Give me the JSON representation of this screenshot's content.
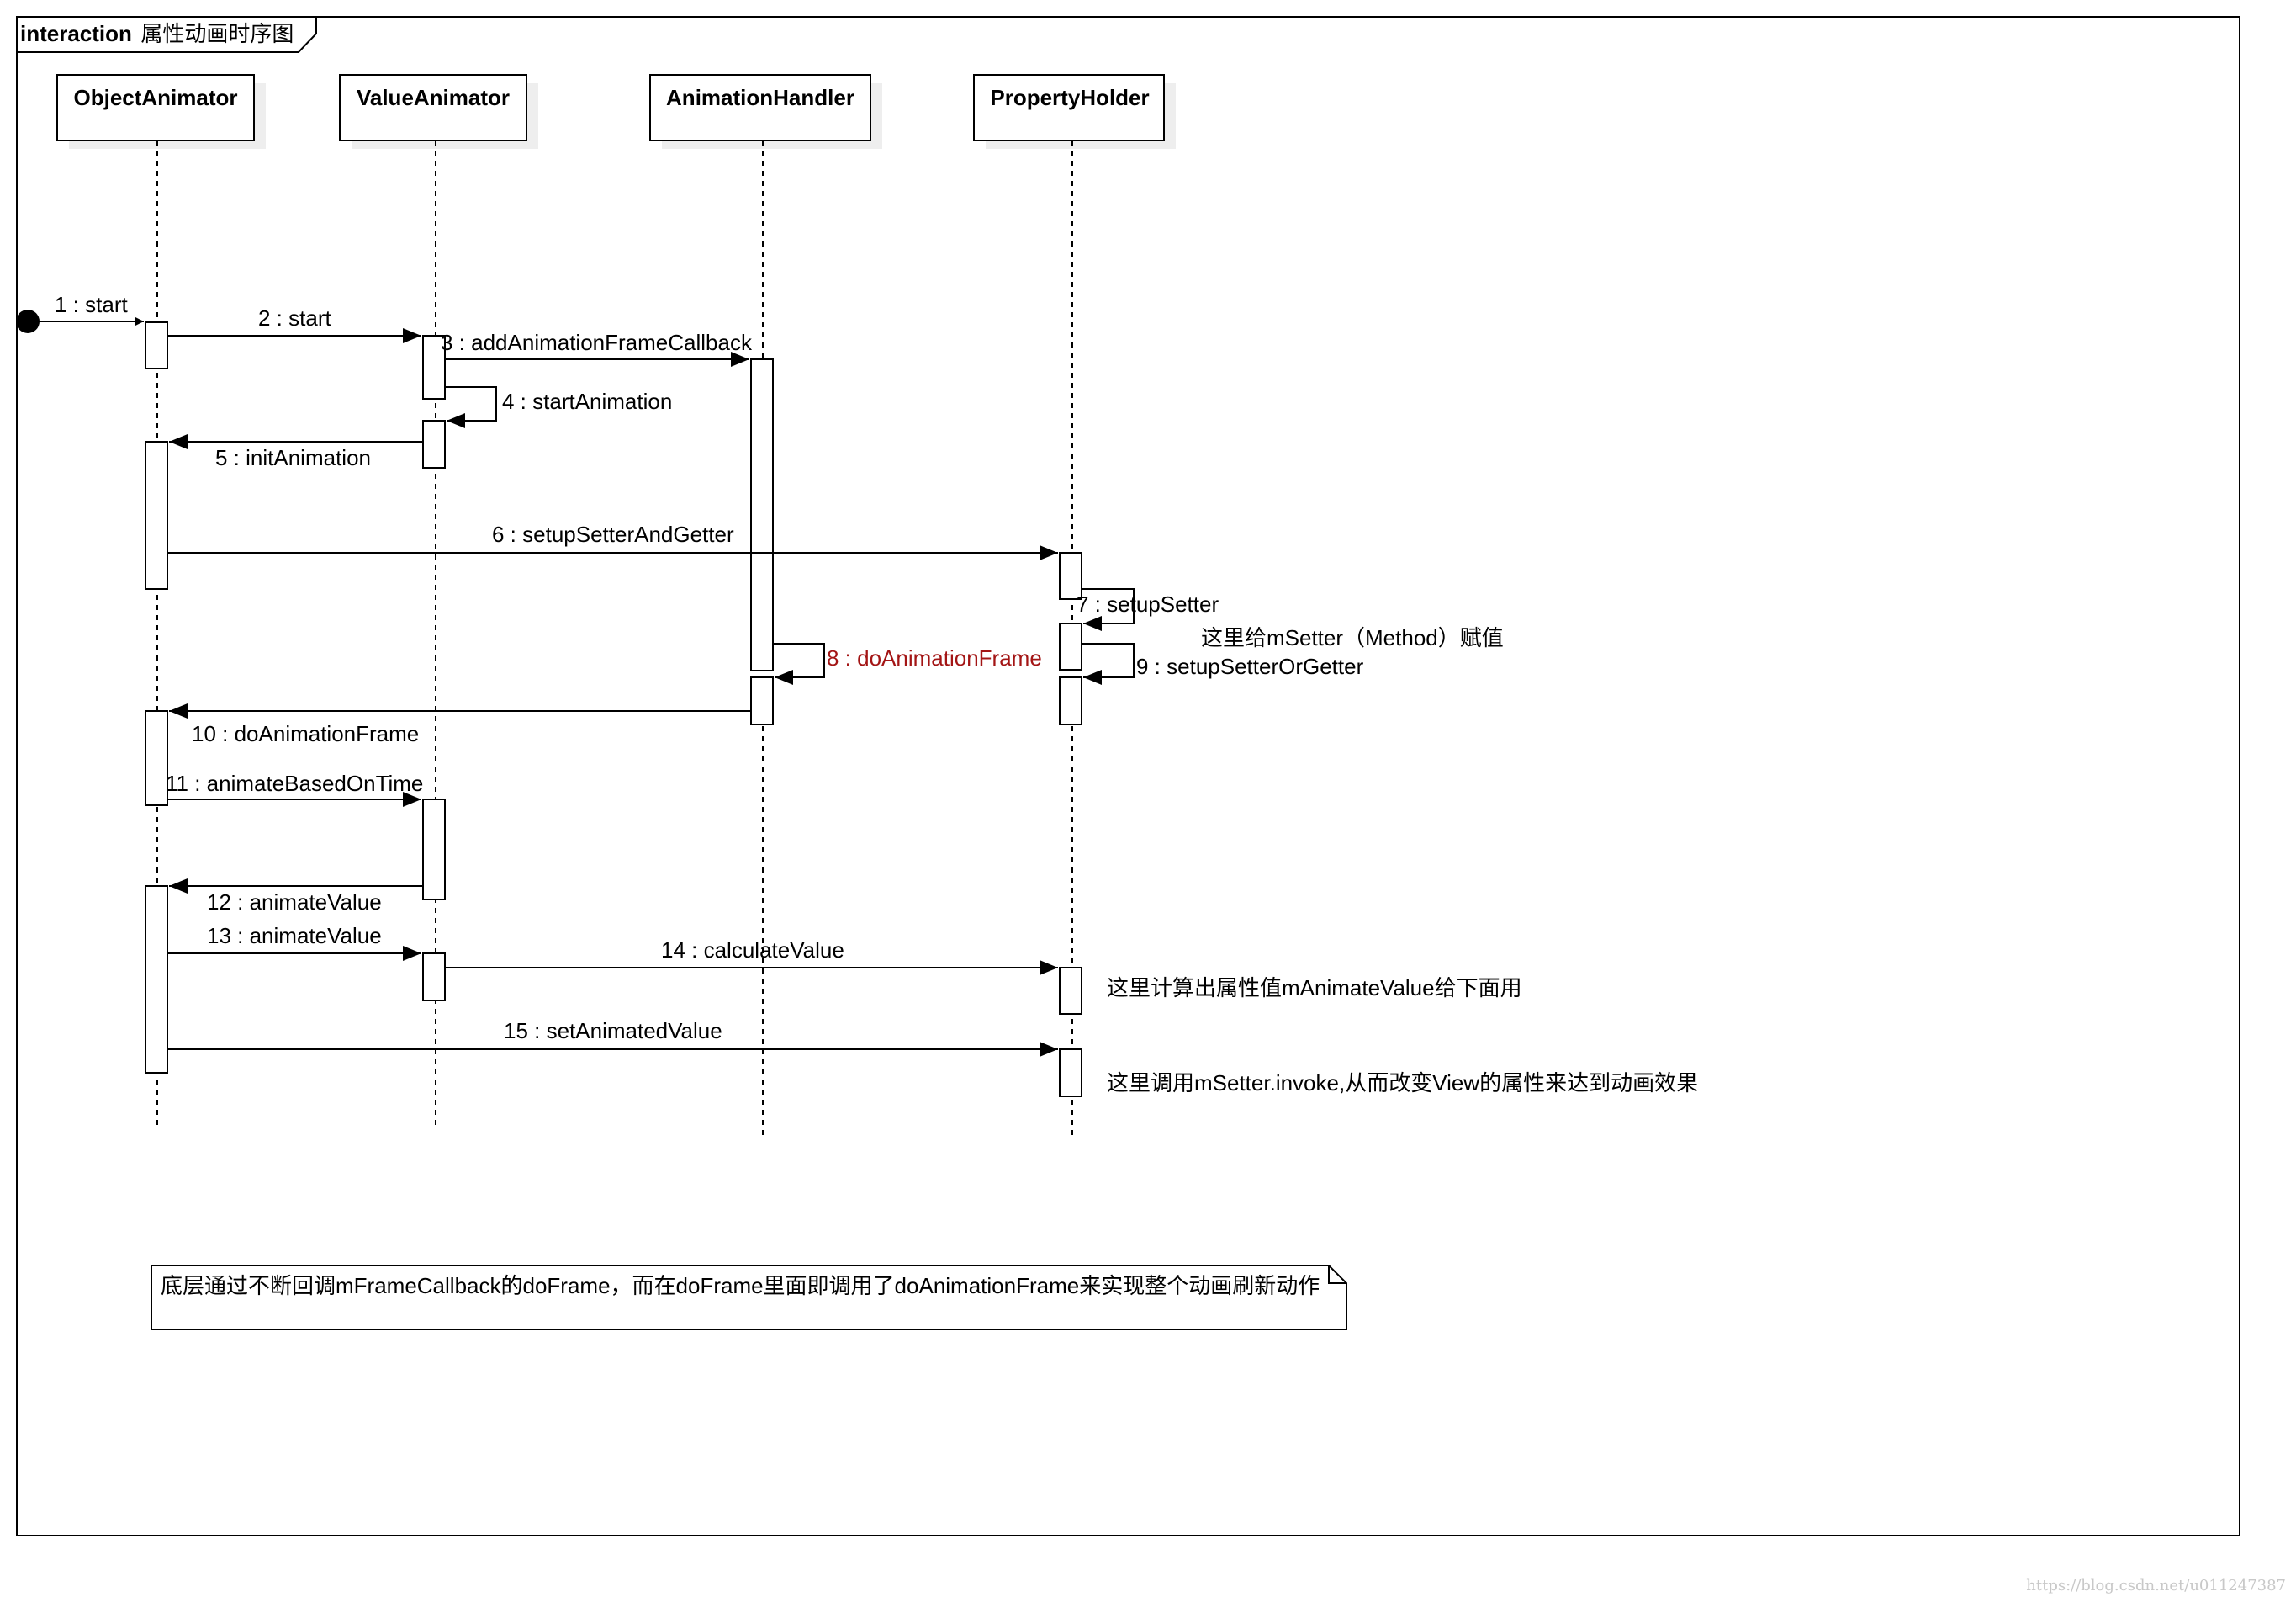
{
  "frame": {
    "keyword": "interaction",
    "name": "属性动画时序图"
  },
  "lifelines": [
    {
      "name": "ObjectAnimator"
    },
    {
      "name": "ValueAnimator"
    },
    {
      "name": "AnimationHandler"
    },
    {
      "name": "PropertyHolder"
    }
  ],
  "messages": [
    {
      "label": "1 : start"
    },
    {
      "label": "2 : start"
    },
    {
      "label": "3 : addAnimationFrameCallback"
    },
    {
      "label": "4 : startAnimation"
    },
    {
      "label": "5 : initAnimation"
    },
    {
      "label": "6 : setupSetterAndGetter"
    },
    {
      "label": "7 : setupSetter"
    },
    {
      "label": "8 : doAnimationFrame"
    },
    {
      "label": "9 : setupSetterOrGetter"
    },
    {
      "label": "10 : doAnimationFrame"
    },
    {
      "label": "11 : animateBasedOnTime"
    },
    {
      "label": "12 : animateValue"
    },
    {
      "label": "13 : animateValue"
    },
    {
      "label": "14 : calculateValue"
    },
    {
      "label": "15 : setAnimatedValue"
    }
  ],
  "annotations": [
    {
      "text": "这里给mSetter（Method）赋值"
    },
    {
      "text": "这里计算出属性值mAnimateValue给下面用"
    },
    {
      "text": "这里调用mSetter.invoke,从而改变View的属性来达到动画效果"
    }
  ],
  "note": {
    "text": "底层通过不断回调mFrameCallback的doFrame，而在doFrame里面即调用了doAnimationFrame来实现整个动画刷新动作"
  },
  "watermark": "https://blog.csdn.net/u011247387",
  "colors": {
    "line": "#000000",
    "shadow": "#eeeeee",
    "highlight": "#a31515",
    "watermark": "#c8c8c8"
  }
}
